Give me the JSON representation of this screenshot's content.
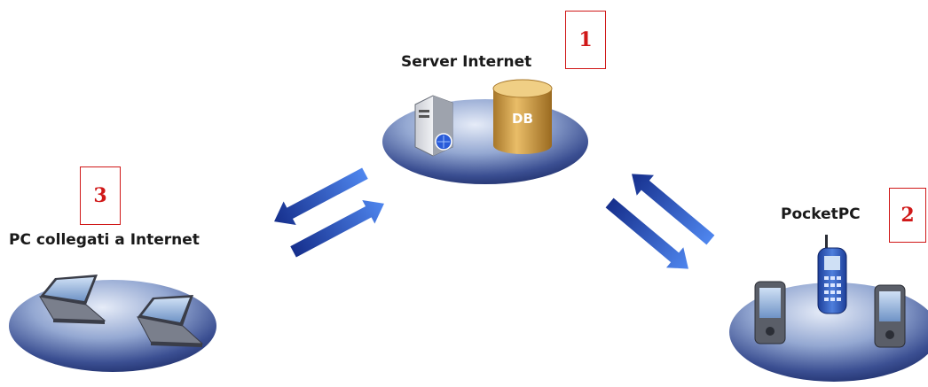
{
  "nodes": {
    "server": {
      "label": "Server Internet",
      "db_label": "DB",
      "number": "1"
    },
    "pocketpc": {
      "label": "PocketPC",
      "number": "2"
    },
    "pcs": {
      "label": "PC collegati a Internet",
      "number": "3"
    }
  },
  "colors": {
    "platform_light": "#b7c5e0",
    "platform_dark": "#1f2f6b",
    "arrow_light": "#4f86ee",
    "arrow_dark": "#162f8c",
    "db_gold": "#d4a24a",
    "number_red": "#d01818"
  }
}
